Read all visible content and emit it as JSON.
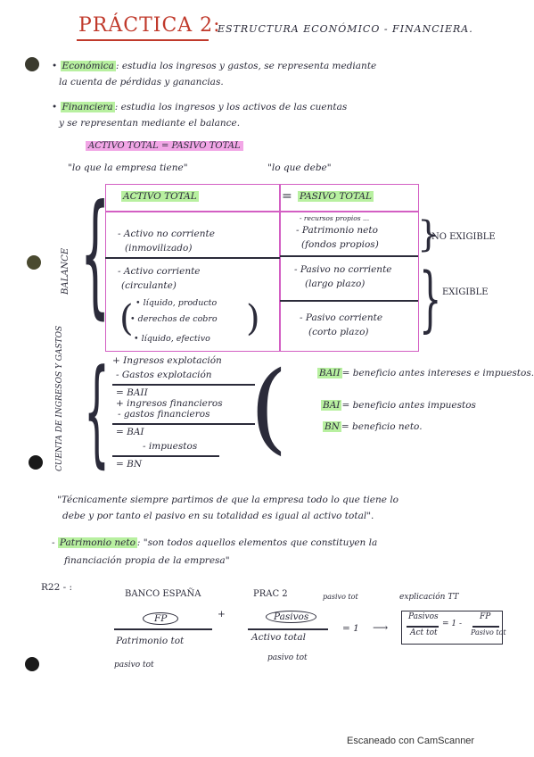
{
  "title": "PRÁCTICA 2:",
  "subtitle": "ESTRUCTURA ECONÓMICO - FINANCIERA.",
  "economica": {
    "term": "Económica",
    "line1": ": estudia los ingresos y gastos, se representa mediante",
    "line2": "la cuenta de pérdidas y ganancias."
  },
  "financiera": {
    "term": "Financiera",
    "line1": ": estudia los ingresos y los activos de las cuentas",
    "line2": "y se representan mediante el balance."
  },
  "equation": "ACTIVO TOTAL = PASIVO TOTAL",
  "left_note": "\"lo que la empresa tiene\"",
  "right_note": "\"lo que debe\"",
  "balance": {
    "side_label": "BALANCE",
    "col_left": "ACTIVO TOTAL",
    "col_eq": "=",
    "col_right": "PASIVO TOTAL",
    "anc_1": "- Activo no corriente",
    "anc_2": "(inmovilizado)",
    "ac_1": "- Activo corriente",
    "ac_2": "(circulante)",
    "ac_items": [
      "líquido, producto",
      "derechos de cobro",
      "líquido, efectivo"
    ],
    "pasivo_small": "- recursos propios ...",
    "pn_1": "- Patrimonio neto",
    "pn_2": "(fondos propios)",
    "pnc_1": "- Pasivo no corriente",
    "pnc_2": "(largo plazo)",
    "pc_1": "- Pasivo corriente",
    "pc_2": "(corto plazo)",
    "no_exigible": "NO EXIGIBLE",
    "exigible": "EXIGIBLE"
  },
  "pyg": {
    "side_label": "CUENTA DE INGRESOS Y GASTOS",
    "r1": "+ Ingresos explotación",
    "r2": "- Gastos explotación",
    "r3": "= BAII",
    "r4": "+ ingresos financieros",
    "r5": "- gastos financieros",
    "r6": "= BAI",
    "r7": "- impuestos",
    "r8": "= BN"
  },
  "defs": [
    {
      "abbr": "BAII",
      "text": "= beneficio antes intereses e impuestos."
    },
    {
      "abbr": "BAI",
      "text": "= beneficio antes impuestos"
    },
    {
      "abbr": "BN",
      "text": "= beneficio neto."
    }
  ],
  "quote": {
    "line1": "\"Técnicamente siempre partimos de que la empresa todo lo que tiene lo",
    "line2": "debe y por tanto el pasivo en su totalidad es igual al activo total\"."
  },
  "patrimonio": {
    "term": "Patrimonio neto",
    "line1": ": \"son todos aquellos elementos que constituyen la",
    "line2": "financiación propia de la empresa\""
  },
  "ratio": {
    "code": "R22 - :",
    "banco": "BANCO ESPAÑA",
    "prac": "PRAC 2",
    "pasivo_tot_note": "pasivo tot",
    "explic": "explicación TT",
    "num_left": "FP",
    "plus": "+",
    "num_right": "Pasivos",
    "den_left": "Patrimonio tot",
    "den_right": "Activo total",
    "eq": "= 1",
    "under_left": "pasivo tot",
    "under_right": "pasivo tot",
    "box_num": "Pasivos",
    "box_den": "Act tot",
    "box_mid": "= 1 -",
    "box_num2": "FP",
    "box_den2": "Pasivo tot"
  },
  "footer": "Escaneado con CamScanner"
}
